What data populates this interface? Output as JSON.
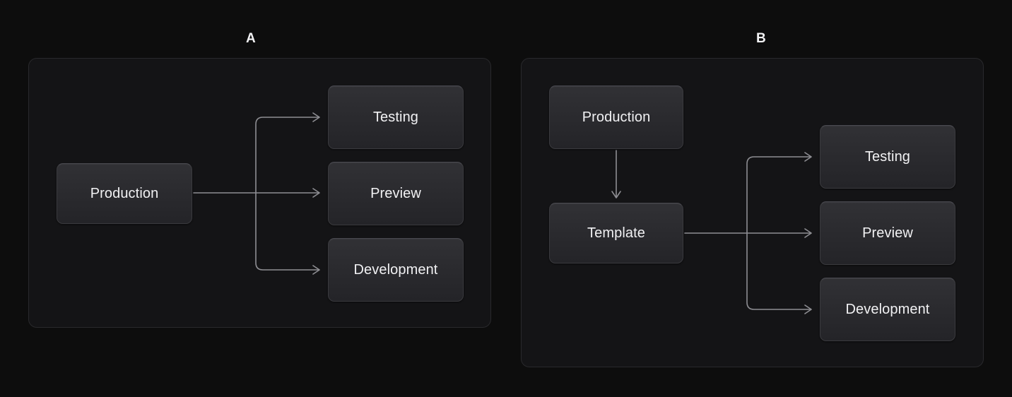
{
  "page": {
    "background": "#0d0d0d",
    "panel_background": "#141416",
    "panel_border": "#29292c",
    "node_text_color": "#f1f1f3",
    "edge_color": "#8e8e93",
    "label_color": "#f2f2f4"
  },
  "panels": [
    {
      "id": "panel-a",
      "label": "A",
      "nodes": {
        "source": "Production",
        "targets": [
          "Testing",
          "Preview",
          "Development"
        ]
      }
    },
    {
      "id": "panel-b",
      "label": "B",
      "nodes": {
        "source": "Production",
        "intermediate": "Template",
        "targets": [
          "Testing",
          "Preview",
          "Development"
        ]
      }
    }
  ],
  "diagram_data": {
    "type": "flow-diagram",
    "description": "Two side-by-side deployment flow diagrams comparing a direct fan-out (A) with a template-mediated fan-out (B).",
    "panel_a": {
      "title": "A",
      "nodes": [
        "Production",
        "Testing",
        "Preview",
        "Development"
      ],
      "edges": [
        {
          "from": "Production",
          "to": "Testing"
        },
        {
          "from": "Production",
          "to": "Preview"
        },
        {
          "from": "Production",
          "to": "Development"
        }
      ]
    },
    "panel_b": {
      "title": "B",
      "nodes": [
        "Production",
        "Template",
        "Testing",
        "Preview",
        "Development"
      ],
      "edges": [
        {
          "from": "Production",
          "to": "Template"
        },
        {
          "from": "Template",
          "to": "Testing"
        },
        {
          "from": "Template",
          "to": "Preview"
        },
        {
          "from": "Template",
          "to": "Development"
        }
      ]
    }
  }
}
